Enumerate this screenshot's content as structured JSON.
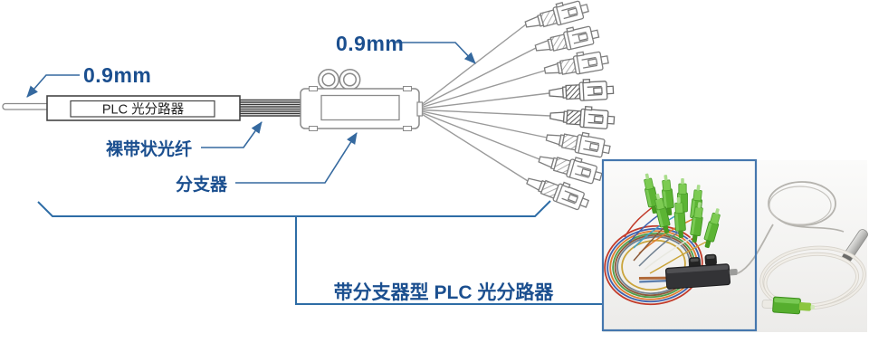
{
  "diagram": {
    "labels": {
      "input_diameter": "0.9mm",
      "output_diameter": "0.9mm",
      "body_label": "PLC 光分路器",
      "ribbon_label": "裸带状光纤",
      "branch_label": "分支器",
      "caption": "带分支器型 PLC 光分路器"
    },
    "fanout_count": 8,
    "colors": {
      "label_text": "#1b4f8f",
      "leader_line": "#35699f",
      "bracket_line": "#2e6da6",
      "line_art_grey": "#8a8a8a",
      "ribbon_dark": "#3a3a3a",
      "photo_border_blue": "#4577ae",
      "connector_green": "#5cb434",
      "module_black": "#333333"
    }
  }
}
